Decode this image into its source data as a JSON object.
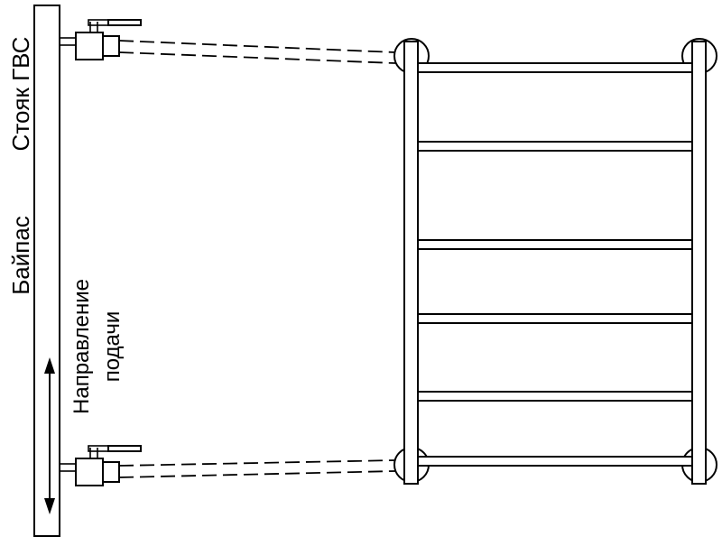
{
  "labels": {
    "riser": "Стояк ГВС",
    "bypass": "Байпас",
    "direction_line1": "Направление",
    "direction_line2": "подачи"
  }
}
